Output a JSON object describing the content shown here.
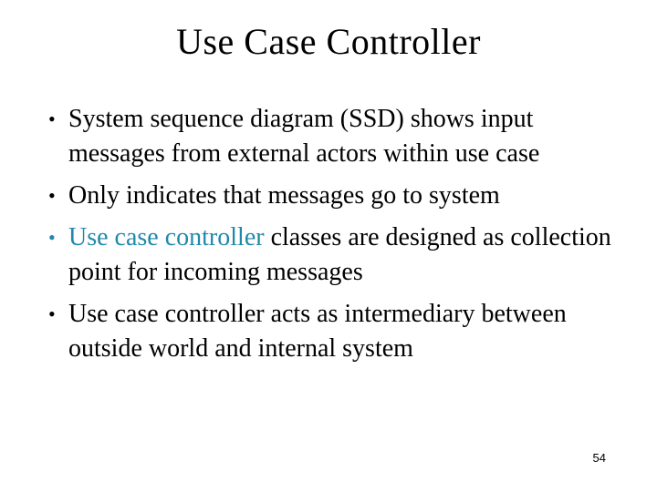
{
  "slide": {
    "title": "Use Case Controller",
    "bullet_marker": "•",
    "bullets": [
      {
        "segments": [
          {
            "text": "System sequence diagram (SSD) shows input messages from external actors within use case"
          }
        ]
      },
      {
        "segments": [
          {
            "text": "Only indicates that messages go to system"
          }
        ]
      },
      {
        "segments": [
          {
            "text": "Use case controller"
          },
          {
            "text": " classes are designed as collection point for incoming messages"
          }
        ]
      },
      {
        "segments": [
          {
            "text": "Use case controller acts as intermediary between outside world and internal system"
          }
        ]
      }
    ],
    "page_number": "54",
    "colors": {
      "accent_teal": "#2089A9",
      "text": "#000000",
      "background": "#FFFFFF"
    }
  }
}
